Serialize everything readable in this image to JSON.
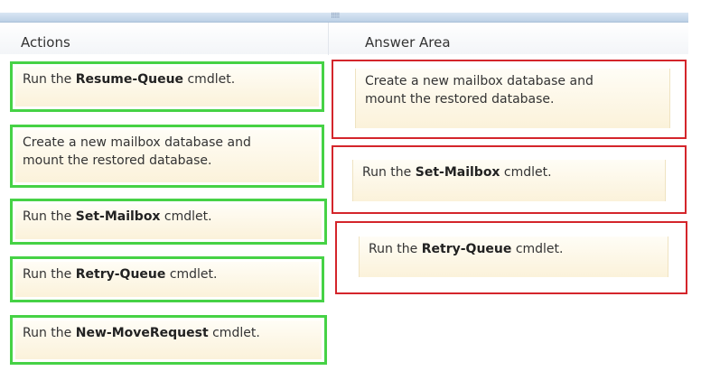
{
  "headers": {
    "actions": "Actions",
    "answer_area": "Answer Area"
  },
  "actions": [
    {
      "pre": "Run the ",
      "bold": "Resume-Queue",
      "post": " cmdlet."
    },
    {
      "line1": "Create a new mailbox database and",
      "line2": "mount the restored database."
    },
    {
      "pre": "Run the ",
      "bold": "Set-Mailbox",
      "post": " cmdlet."
    },
    {
      "pre": "Run the ",
      "bold": "Retry-Queue",
      "post": " cmdlet."
    },
    {
      "pre": "Run the ",
      "bold": "New-MoveRequest",
      "post": " cmdlet."
    }
  ],
  "answers": [
    {
      "line1": "Create a new mailbox database and",
      "line2": "mount the restored database."
    },
    {
      "pre": "Run the ",
      "bold": "Set-Mailbox",
      "post": " cmdlet."
    },
    {
      "pre": "Run the ",
      "bold": "Retry-Queue",
      "post": " cmdlet."
    }
  ],
  "colors": {
    "action_border": "#46d246",
    "answer_border": "#d4252b",
    "item_fill": "#fbf2da"
  }
}
